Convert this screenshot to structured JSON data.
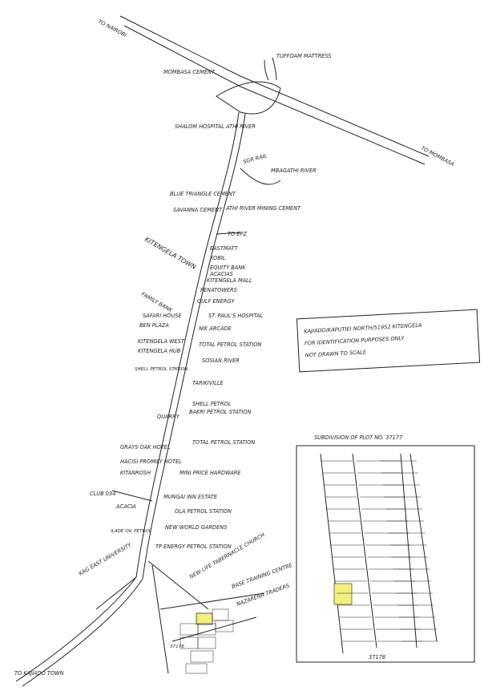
{
  "map": {
    "labels": {
      "to_nairobi": "TO NAIROBI",
      "to_mombasa": "TO MOMBASA",
      "to_kajiado": "TO KAJIADO TOWN",
      "tuffoam": "TUFFOAM MATTRESS",
      "mombasa_cement": "MOMBASA CEMENT",
      "shalom": "SHALOM HOSPITAL ATHI RIVER",
      "sgr_rail": "SGR RAIL",
      "mbagathi": "MBAGATHI RIVER",
      "blue_triangle": "BLUE TRIANGLE CEMENT",
      "savannah": "SAVANNA CEMENT",
      "athi_mining": "ATHI RIVER MINING CEMENT",
      "to_epz": "TO EPZ",
      "kitengela_town": "KITENGELA TOWN",
      "eastmatt": "EASTMATT",
      "kobil": "KOBIL",
      "equity": "EQUITY BANK",
      "acacias": "ACACIAS",
      "kitengela_mall": "KITENGELA MALL",
      "family_bank": "FAMILY BANK",
      "penatowers": "PENATOWERS",
      "gulf": "GULF ENERGY",
      "st_pauls": "ST. PAUL'S HOSPITAL",
      "safari_house": "SAFARI HOUSE",
      "ben_plaza": "BEN PLAZA",
      "nik_arcade": "NIK ARCADE",
      "total_petrol": "TOTAL PETROL STATION",
      "kitengela_west": "KITENGELA WEST",
      "kitengela_hub": "KITENGELA HUB",
      "shell_station": "SHELL PETROL STATION",
      "sosian_river": "SOSIAN RIVER",
      "tarikiville": "TARIKIVILLE",
      "quarry": "QUARRY",
      "shell_petrol": "SHELL PETROL",
      "bakri": "BAKRI PETROL STATION",
      "greys_oak": "GRAYS OAK HOTEL",
      "hacisi": "HACISI PROMILY HOTEL",
      "kitanrosh": "KITANROSH",
      "total_petrol2": "TOTAL PETROL STATION",
      "mini_price": "MINI PRICE HARDWARE",
      "club": "CLUB 034",
      "acacia": "ACACIA",
      "mugai": "MUNGAI INN ESTATE",
      "ola": "OLA PETROL STATION",
      "new_world": "NEW WORLD GARDENS",
      "ilade": "ILADE OIL PETROL",
      "tp_energy": "TP ENERGY PETROL STATION",
      "kag_east": "KAG EAST UNIVERSITY",
      "new_life": "NEW LIFE TABERNACLE CHURCH",
      "base_training": "BASE TRAINING CENTRE",
      "nazarena": "NAZARENA TRADERS",
      "bottom_plot": "37178"
    },
    "note": {
      "line1": "KAJIADO/KAPUTIEI NORTH/51952 KITENGELA",
      "line2": "FOR IDENTIFICATION PURPOSES ONLY",
      "line3": "NOT DRAWN TO SCALE"
    },
    "subdivision": {
      "title": "SUBDIVISION OF PLOT NO. 37177",
      "footer": "37178"
    },
    "colors": {
      "ink": "#222222",
      "highlight": "#f2f07a"
    }
  }
}
